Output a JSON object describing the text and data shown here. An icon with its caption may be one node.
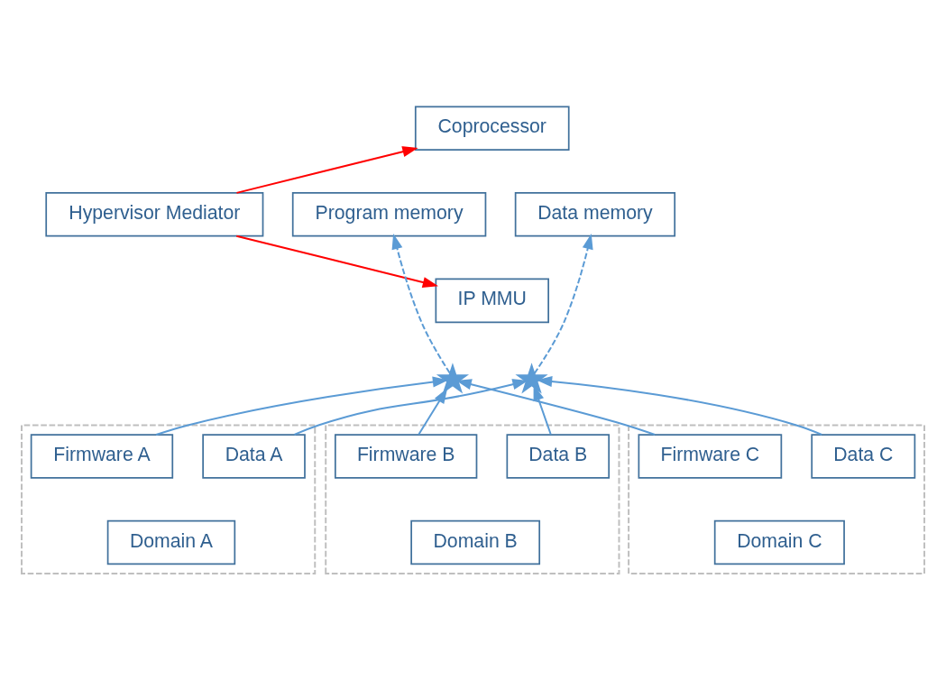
{
  "diagram": {
    "nodes": [
      {
        "text": [
          "Hypervisor Mediator"
        ]
      },
      {
        "text": [
          "Coprocessor"
        ]
      },
      {
        "text": [
          "Program memory"
        ]
      },
      {
        "text": [
          "Data memory"
        ]
      },
      {
        "text": [
          "IP MMU"
        ]
      },
      {
        "text": [],
        "shape": "star"
      },
      {
        "text": [],
        "shape": "star"
      },
      {
        "text": [],
        "shape": "box"
      },
      {
        "text": [
          "Firmware A"
        ],
        "in": 7
      },
      {
        "text": [
          "Data A"
        ],
        "in": 7
      },
      {
        "text": [
          "Domain A"
        ],
        "in": 7
      },
      {
        "text": [],
        "shape": "box"
      },
      {
        "text": [
          "Firmware B"
        ],
        "in": 11
      },
      {
        "text": [
          "Data B"
        ],
        "in": 11
      },
      {
        "text": [
          "Domain B"
        ],
        "in": 11
      },
      {
        "text": [],
        "shape": "box"
      },
      {
        "text": [
          "Firmware C"
        ],
        "in": 15
      },
      {
        "text": [
          "Data C"
        ],
        "in": 15
      },
      {
        "text": [
          "Domain C"
        ],
        "in": 15
      }
    ],
    "edges": [
      {
        "from": 0,
        "to": 1,
        "arrow": "to",
        "color": "#ff0000"
      },
      {
        "from": 0,
        "to": 4,
        "arrow": "to",
        "color": "#ff0000"
      },
      {
        "from": 5,
        "to": 2,
        "arrow": "to",
        "style": "dashed"
      },
      {
        "from": 6,
        "to": 3,
        "arrow": "to",
        "style": "dashed"
      },
      {
        "from": 8,
        "to": 5,
        "arrow": "to"
      },
      {
        "from": 9,
        "to": 6,
        "arrow": "to"
      },
      {
        "from": 12,
        "to": 5,
        "arrow": "to"
      },
      {
        "from": 13,
        "to": 6,
        "arrow": "to"
      },
      {
        "from": 16,
        "to": 5,
        "arrow": "to"
      },
      {
        "from": 17,
        "to": 6,
        "arrow": "to"
      }
    ]
  }
}
